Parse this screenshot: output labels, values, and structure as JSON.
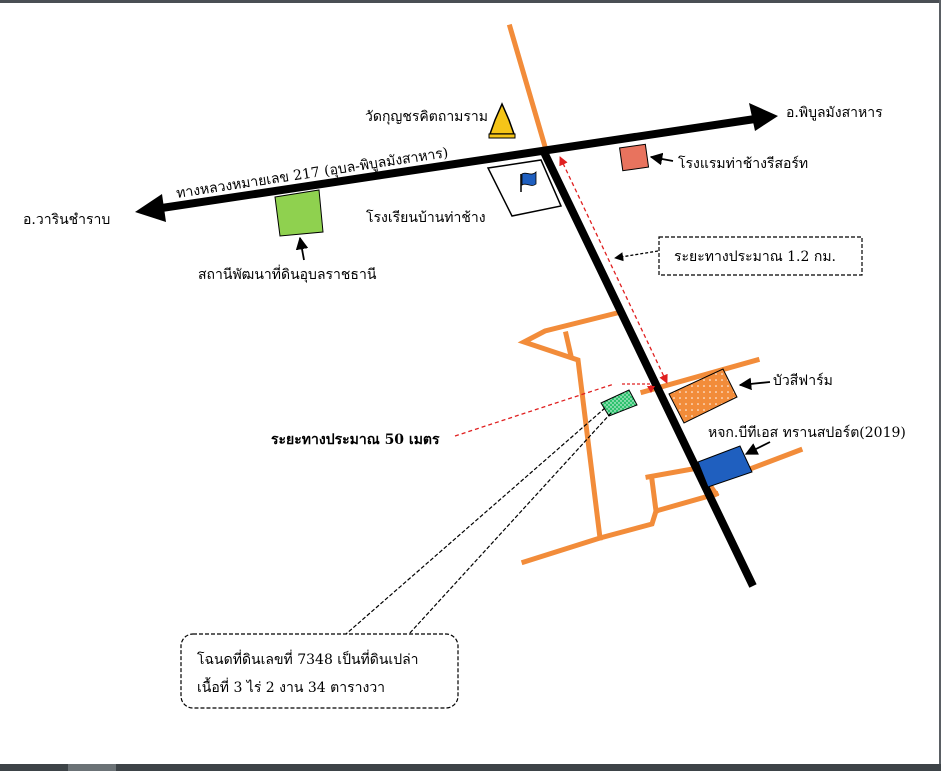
{
  "labels": {
    "temple": "วัดกุญชรคิตถามราม",
    "dest_east": "อ.พิบูลมังสาหาร",
    "dest_west": "อ.วารินชำราบ",
    "highway": "ทางหลวงหมายเลข  217 (อุบล-พิบูลมังสาหาร)",
    "hotel": "โรงแรมท่าช้างรีสอร์ท",
    "school": "โรงเรียนบ้านท่าช้าง",
    "land_station": "สถานีพัฒนาที่ดินอุบลราชธานี",
    "distance_far": "ระยะทางประมาณ 1.2 กม.",
    "bua_farm": "บัวสีฟาร์ม",
    "transport_company": "หจก.บีทีเอส ทรานสปอร์ต(2019)",
    "distance_near": "ระยะทางประมาณ 50 เมตร",
    "plot_line1": "โฉนดที่ดินเลขที่ 7348 เป็นที่ดินเปล่า",
    "plot_line2": "เนื้อที่ 3 ไร่ 2 งาน 34 ตารางวา"
  },
  "colors": {
    "main_road": "#000000",
    "local_road": "#f28c3a",
    "temple": "#f5c518",
    "hotel": "#e8735e",
    "land_station": "#8fd14f",
    "flag": "#1f5fbf",
    "bua_farm": "#f28c3a",
    "transport_company": "#1f5fbf",
    "plot": "#2ec26e",
    "distance_line": "#e02020"
  },
  "icons": {
    "temple": "pagoda-icon",
    "school": "flag-icon"
  }
}
